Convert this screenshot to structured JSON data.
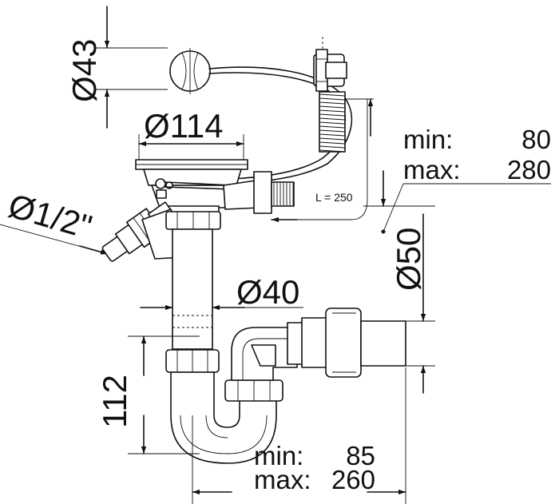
{
  "dimensions": {
    "d_43": "Ø43",
    "d_114": "Ø114",
    "d_half_inch": "Ø1/2\"",
    "d_40": "Ø40",
    "d_50": "Ø50",
    "h_112": "112",
    "cable_length": "L = 250",
    "height_range": {
      "min_label": "min:",
      "min_value": "80",
      "max_label": "max:",
      "max_value": "280"
    },
    "width_range": {
      "min_label": "min:",
      "min_value": "85",
      "max_label": "max:",
      "max_value": "260"
    }
  }
}
